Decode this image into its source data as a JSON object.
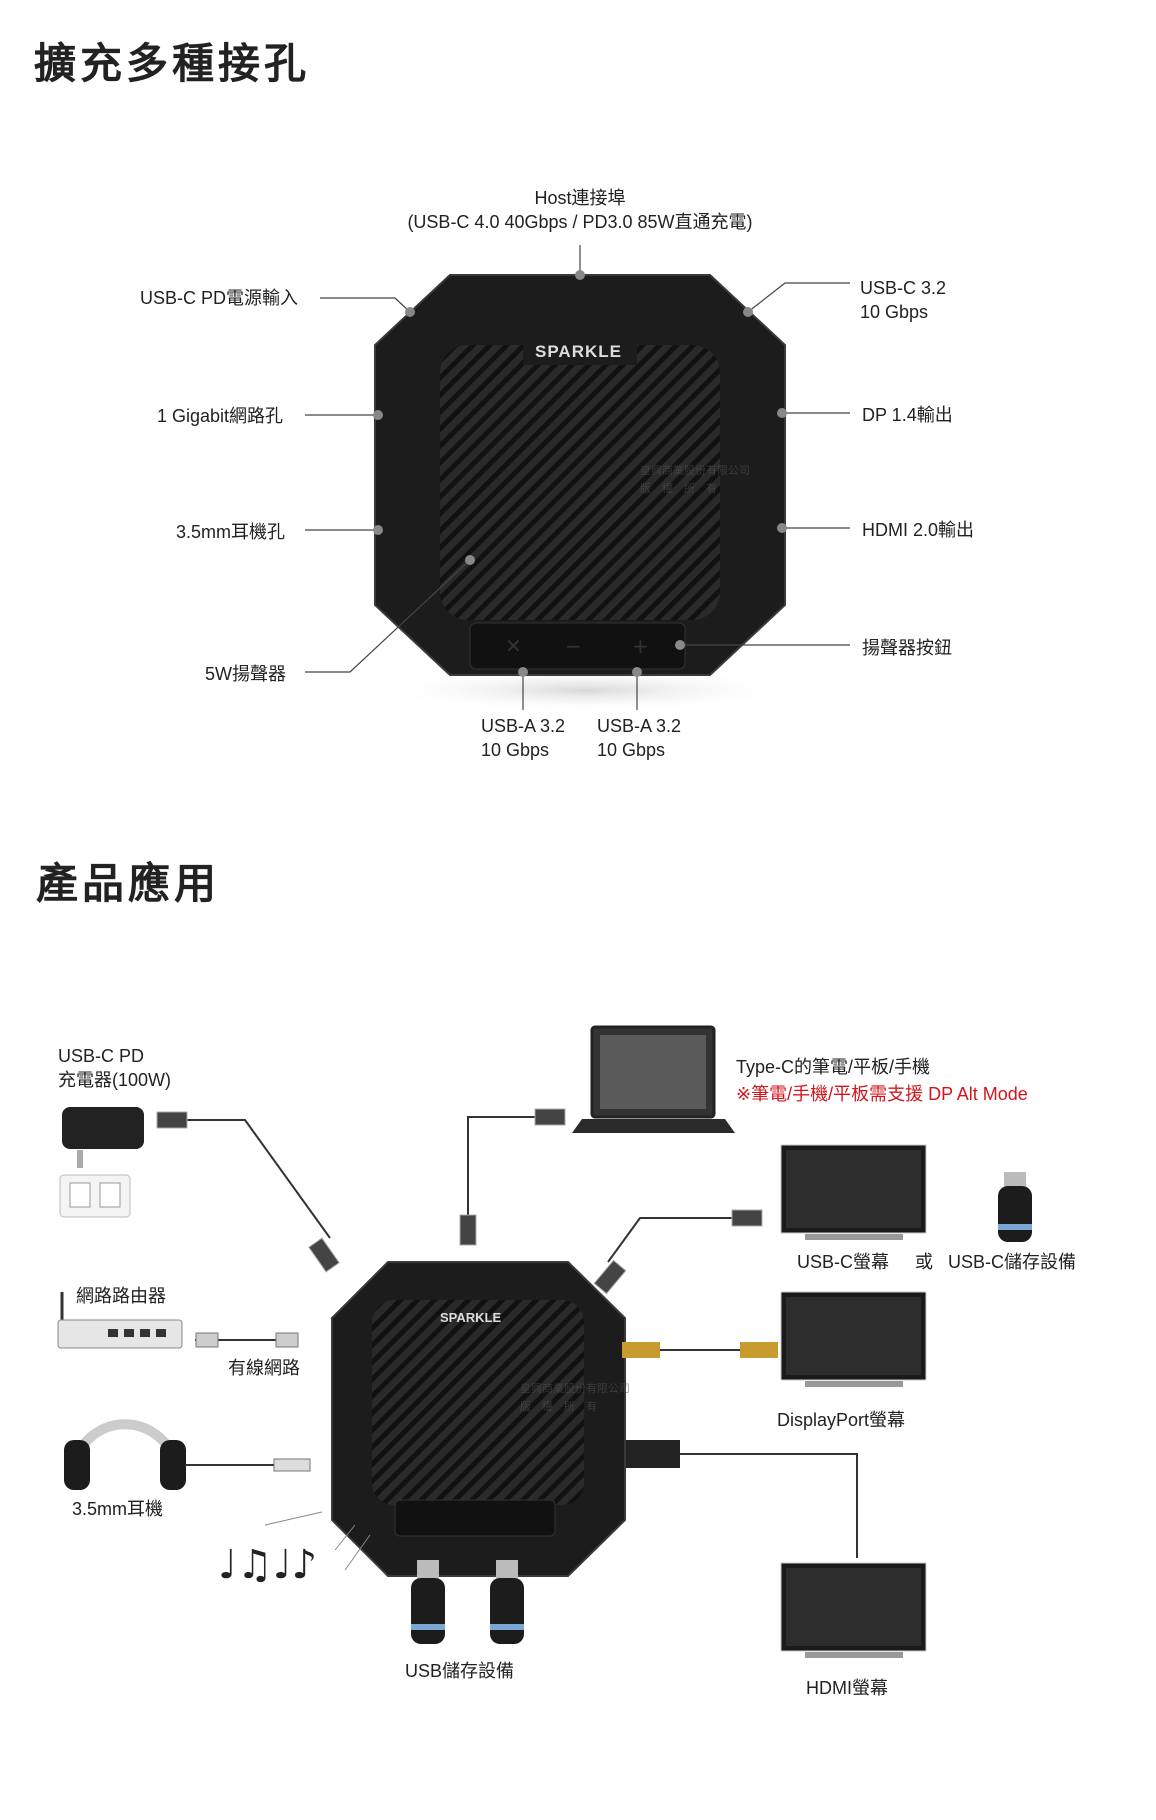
{
  "section1": {
    "title": "擴充多種接孔",
    "brand": "SPARKLE",
    "labels": {
      "host_l1": "Host連接埠",
      "host_l2": "(USB-C 4.0 40Gbps / PD3.0 85W直通充電)",
      "pd_input": "USB-C PD電源輸入",
      "gigabit": "1 Gigabit網路孔",
      "audio_jack": "3.5mm耳機孔",
      "speaker": "5W揚聲器",
      "usbc32_l1": "USB-C 3.2",
      "usbc32_l2": "10 Gbps",
      "dp": "DP 1.4輸出",
      "hdmi": "HDMI 2.0輸出",
      "speaker_btn": "揚聲器按鈕",
      "usba1_l1": "USB-A 3.2",
      "usba1_l2": "10 Gbps",
      "usba2_l1": "USB-A 3.2",
      "usba2_l2": "10 Gbps"
    },
    "watermark_l1": "皇興商業股份有限公司",
    "watermark_l2": "版　權　所　有"
  },
  "section2": {
    "title": "產品應用",
    "brand": "SPARKLE",
    "labels": {
      "charger_l1": "USB-C PD",
      "charger_l2": "充電器(100W)",
      "router": "網路路由器",
      "wired": "有線網路",
      "headphones": "3.5mm耳機",
      "usb_storage": "USB儲存設備",
      "typec_l1": "Type-C的筆電/平板/手機",
      "typec_l2": "※筆電/手機/平板需支援 DP Alt Mode",
      "usbc_monitor": "USB-C螢幕",
      "or": "或",
      "usbc_storage": "USB-C儲存設備",
      "dp_monitor": "DisplayPort螢幕",
      "hdmi_monitor": "HDMI螢幕"
    },
    "watermark_l1": "皇興商業股份有限公司",
    "watermark_l2": "版　權　所　有"
  },
  "colors": {
    "device": "#1c1c1c",
    "accent_red": "#d2161e",
    "line": "#333333"
  }
}
